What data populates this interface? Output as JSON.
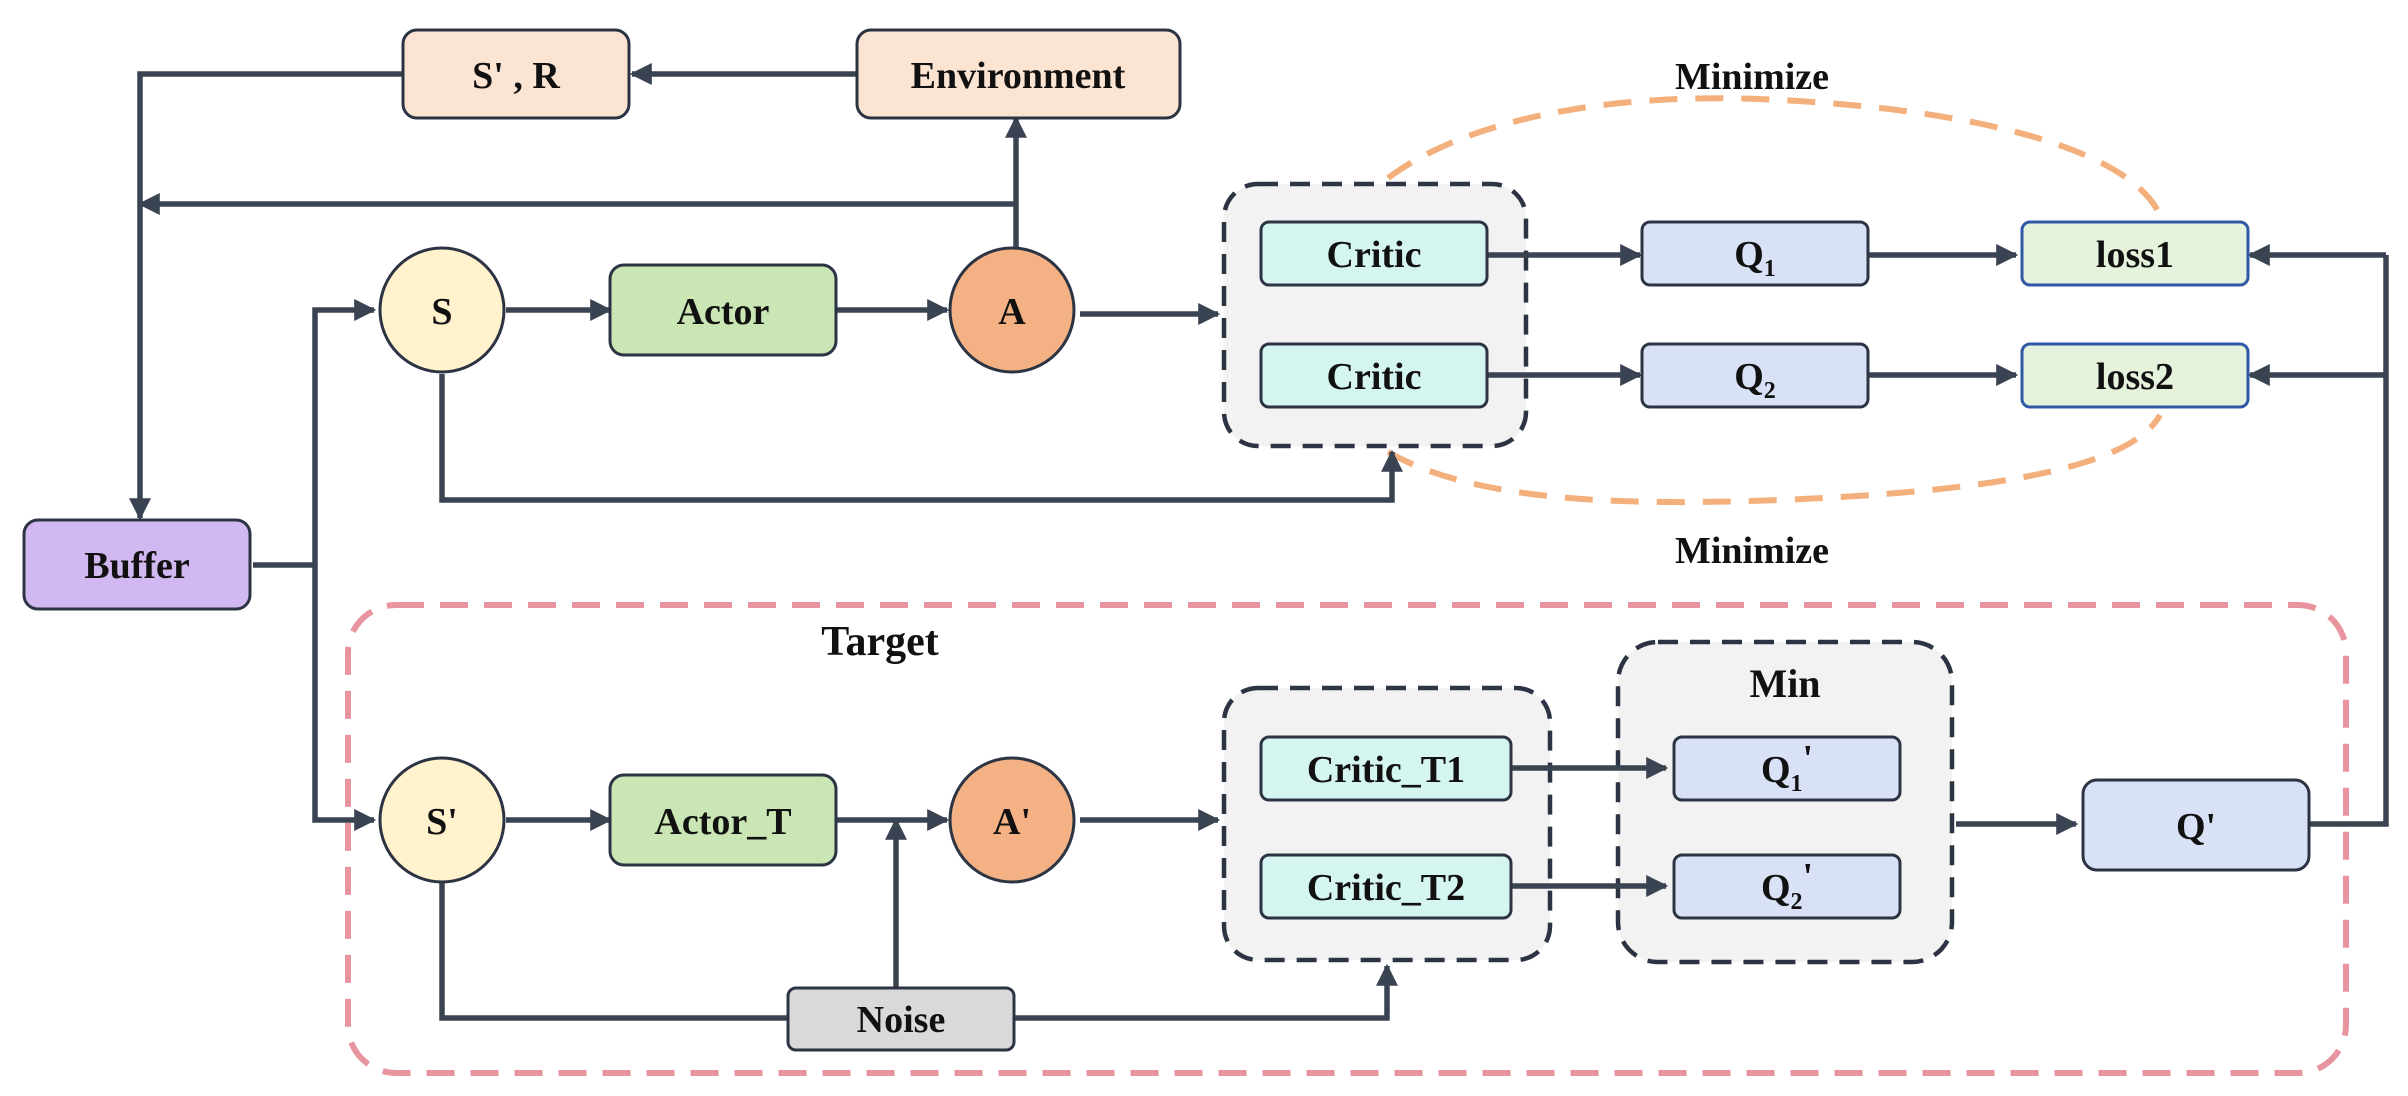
{
  "labels": {
    "env": "Environment",
    "sr": "S' , R",
    "buffer": "Buffer",
    "s": "S",
    "actor": "Actor",
    "a": "A",
    "critic1": "Critic",
    "critic2": "Critic",
    "q1": "Q",
    "q1_sub": "1",
    "q2": "Q",
    "q2_sub": "2",
    "loss1": "loss1",
    "loss2": "loss2",
    "minimize_top": "Minimize",
    "minimize_bottom": "Minimize",
    "target": "Target",
    "s_prime": "S'",
    "actor_t": "Actor_T",
    "a_prime": "A'",
    "critic_t1": "Critic_T1",
    "critic_t2": "Critic_T2",
    "min": "Min",
    "q1_prime": "Q",
    "q1_prime_sub": "1",
    "q1_prime_mark": "'",
    "q2_prime": "Q",
    "q2_prime_sub": "2",
    "q2_prime_mark": "'",
    "q_prime": "Q'",
    "noise": "Noise"
  },
  "colors": {
    "env_fill": "#fce4d2",
    "buffer_fill": "#d2b8f0",
    "state_fill": "#fff2cc",
    "actor_fill": "#c9e6b4",
    "action_fill": "#f4b183",
    "critic_fill": "#d4f5f0",
    "q_fill": "#d9e1f6",
    "loss_fill": "#e5f2dc",
    "loss_stroke": "#2f58a6",
    "noise_fill": "#d9d9d9",
    "group_fill": "#f2f2f2",
    "target_border": "#e8949e",
    "minimize_arc": "#f4b07c",
    "line": "#3a4352"
  }
}
